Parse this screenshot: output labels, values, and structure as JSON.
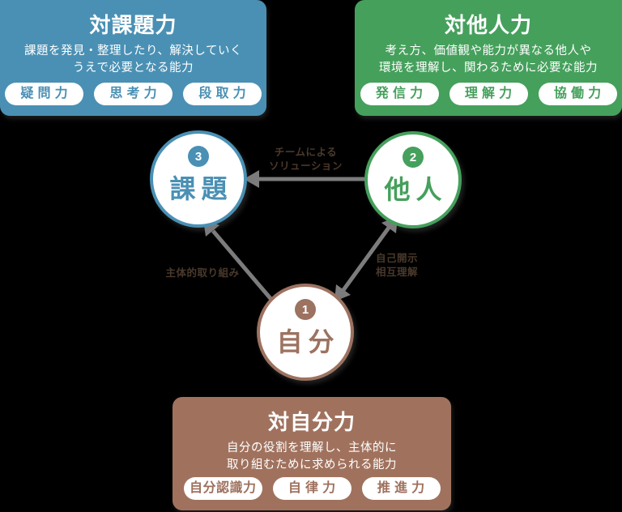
{
  "boxes": {
    "task": {
      "title": "対課題力",
      "desc1": "課題を発見・整理したり、解決していく",
      "desc2": "うえで必要となる能力",
      "pills": [
        "疑問力",
        "思考力",
        "段取力"
      ],
      "color": "#4a90b4"
    },
    "others": {
      "title": "対他人力",
      "desc1": "考え方、価値観や能力が異なる他人や",
      "desc2": "環境を理解し、関わるために必要な能力",
      "pills": [
        "発信力",
        "理解力",
        "協働力"
      ],
      "color": "#45a05c"
    },
    "self": {
      "title": "対自分力",
      "desc1": "自分の役割を理解し、主体的に",
      "desc2": "取り組むために求められる能力",
      "pills": [
        "自分認識力",
        "自律力",
        "推進力"
      ],
      "color": "#a0725e"
    }
  },
  "circles": {
    "task": {
      "number": "3",
      "label": "課題",
      "color": "#4a90b4"
    },
    "others": {
      "number": "2",
      "label": "他人",
      "color": "#45a05c"
    },
    "self": {
      "number": "1",
      "label": "自分",
      "color": "#9c7260"
    }
  },
  "arrow_labels": {
    "team_solution_line1": "チームによる",
    "team_solution_line2": "ソリューション",
    "proactive": "主体的取り組み",
    "disclosure_line1": "自己開示",
    "disclosure_line2": "相互理解"
  },
  "arrow_color": "#7c7c7c",
  "label_color": "#4a392b",
  "background": "#000000"
}
